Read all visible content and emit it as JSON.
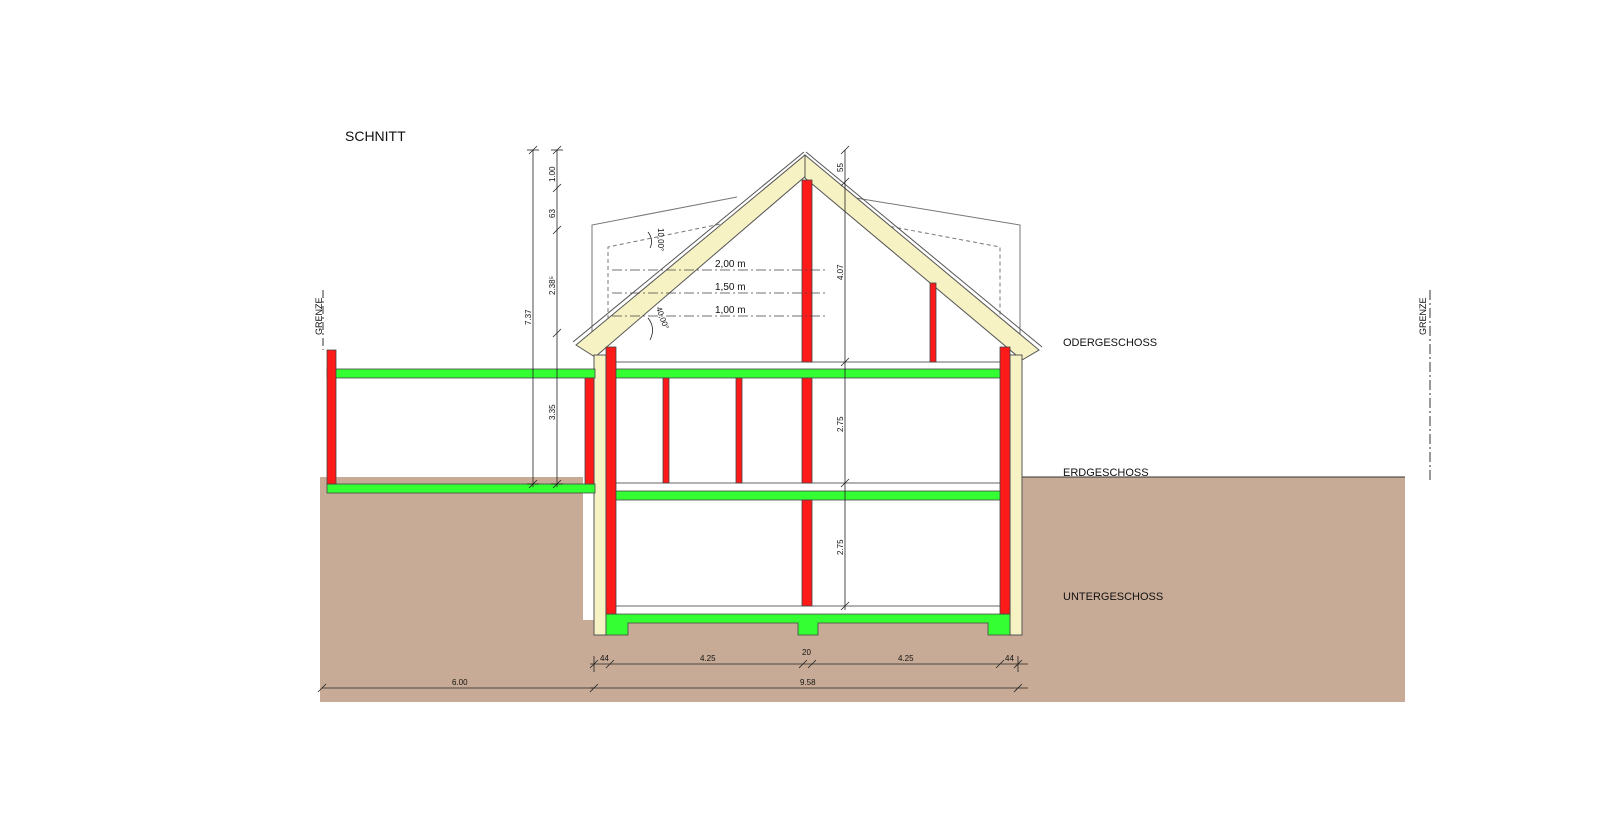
{
  "title": "SCHNITT",
  "boundary_label": "GRENZE",
  "floors": {
    "upper": "ODERGESCHOSS",
    "ground": "ERDGESCHOSS",
    "basement": "UNTERGESCHOSS"
  },
  "dimensions": {
    "left_total": "7.37",
    "left_top": "1.00",
    "left_63": "63",
    "left_238": "2.38⁵",
    "left_335": "3.35",
    "ridge": "55",
    "attic": "4.07",
    "upper_floor": "2.75",
    "lower_floor": "2.75",
    "bottom_44_left": "44",
    "bottom_425_left": "4.25",
    "bottom_20": "20",
    "bottom_425_right": "4.25",
    "bottom_44_right": "44",
    "total_600": "6.00",
    "total_958": "9.58"
  },
  "headroom": {
    "h200": "2,00 m",
    "h150": "1,50 m",
    "h100": "1,00 m"
  },
  "angles": {
    "a10": "10,00°",
    "a40": "40,00°"
  },
  "colors": {
    "soil": "#c8ab96",
    "slab": "#33ff33",
    "wall": "#ff1a1a",
    "roof": "#f7f2c4",
    "line": "#222222"
  }
}
